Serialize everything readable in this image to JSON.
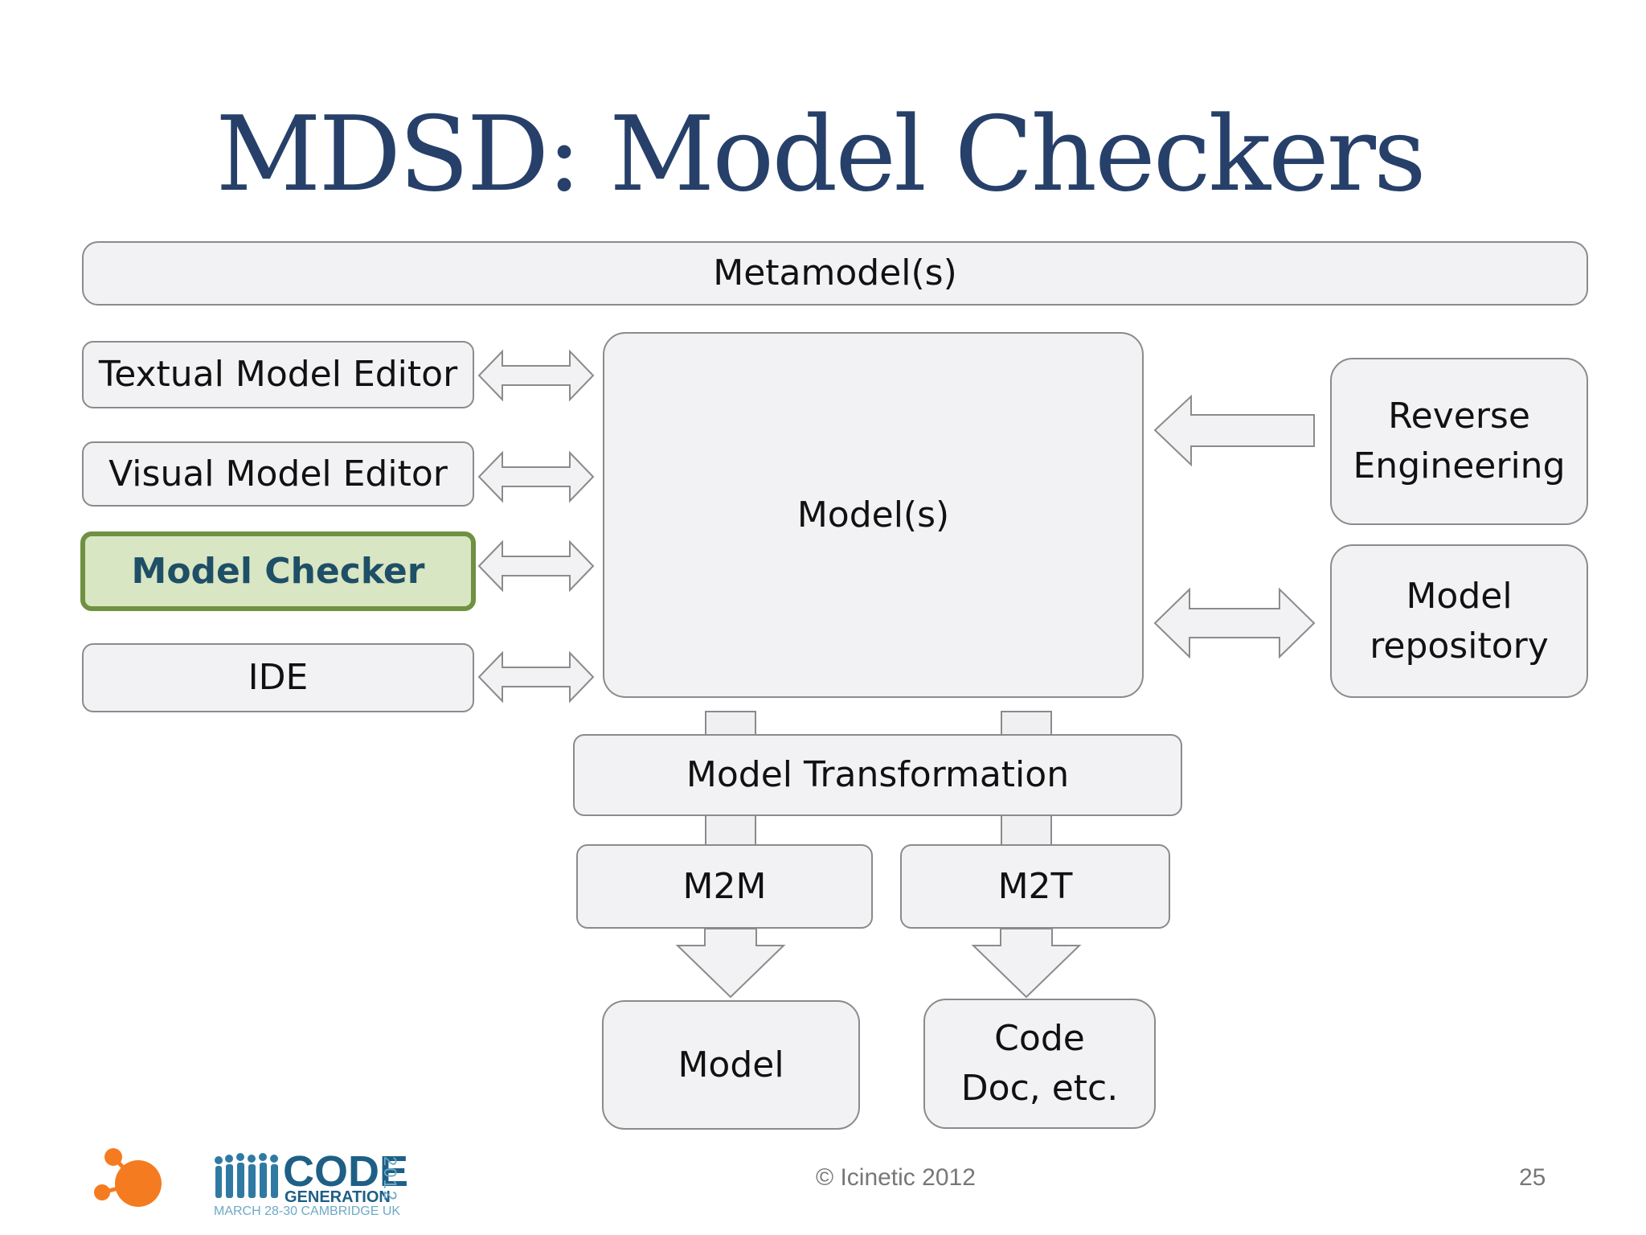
{
  "slide": {
    "title": "MDSD: Model Checkers",
    "page_number": "25",
    "copyright": "© Icinetic 2012"
  },
  "diagram": {
    "metamodels": "Metamodel(s)",
    "textual_editor": "Textual Model Editor",
    "visual_editor": "Visual Model Editor",
    "model_checker": "Model Checker",
    "ide": "IDE",
    "models": "Model(s)",
    "reverse_engineering": "Reverse\nEngineering",
    "model_repository": "Model\nrepository",
    "model_transformation": "Model Transformation",
    "m2m": "M2M",
    "m2t": "M2T",
    "model_output": "Model",
    "code_output": "Code\nDoc, etc."
  },
  "logos": {
    "code_generation": {
      "word1": "CODE",
      "word2": "GENERATION",
      "date_line": "MARCH 28-30 CAMBRIDGE UK",
      "year": "2012"
    }
  },
  "colors": {
    "title": "#27406a",
    "highlight_fill": "#d9e6c3",
    "highlight_border": "#6f9141",
    "highlight_text": "#1f4f67",
    "box_fill": "#f2f2f4",
    "icinetic_orange": "#f47b20"
  }
}
